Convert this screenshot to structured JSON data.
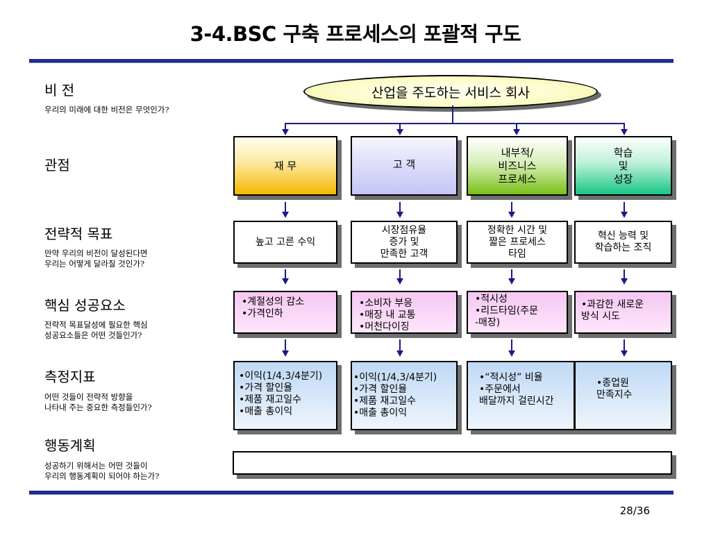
{
  "title": "3-4.BSC 구축 프로세스의 포괄적 구도",
  "vision_text": "산업을 주도하는 서비스 회사",
  "rows": [
    {
      "title": "비 전",
      "desc": "우리의 미래에 대한 비전은 무엇인가?"
    },
    {
      "title": "관점",
      "desc": ""
    },
    {
      "title": "전략적 목표",
      "desc": "만약 우리의 비전이 달성된다면\n우리는 어떻게 달라질 것인가?"
    },
    {
      "title": "핵심 성공요소",
      "desc": "전략적 목표달성에 필요한 핵심\n성공요소들은 어떤 것들인가?"
    },
    {
      "title": "측정지표",
      "desc": "어떤 것들이 전략적 방향을\n나타내 주는 중요한 측정들인가?"
    },
    {
      "title": "행동계획",
      "desc": "성공하기 위해서는 어떤 것들이\n우리의 행동계획이 되어야 하는가?"
    }
  ],
  "perspectives": [
    "재 무",
    "고 객",
    "내부적/\n비즈니스\n프로세스",
    "학습\n및\n성장"
  ],
  "perspective_colors": [
    "#f5b800",
    "#c8c8f8",
    "#7fc21a",
    "#1ec98a"
  ],
  "goals": [
    "높고 고른 수익",
    "시장점유율\n증가 및\n만족한 고객",
    "정확한 시간 및\n짧은 프로세스\n타임",
    "혁신 능력 및\n학습하는 조직"
  ],
  "csfs": [
    "•계절성의 감소\n•가격인하",
    "•소비자 부응\n•매장 내 교통\n•머천다이징",
    "•적시성\n•리드타임(주문\n-매장)",
    "•과감한 새로운\n방식 시도"
  ],
  "kpis": [
    "•이익(1/4,3/4분기)\n•가격 할인율\n•제품 재고일수\n•매출 총이익",
    "•이익(1/4,3/4분기)\n•가격 할인율\n•제품 재고일수\n•매출 총이익",
    "•“적시성” 비율\n•주문에서\n배달까지 걸린시간",
    "•종업원\n만족지수"
  ],
  "action_plan": "",
  "page_number": "28/36",
  "colors": {
    "rule": "#1f2b8a",
    "arrow": "#1a1a8a"
  }
}
